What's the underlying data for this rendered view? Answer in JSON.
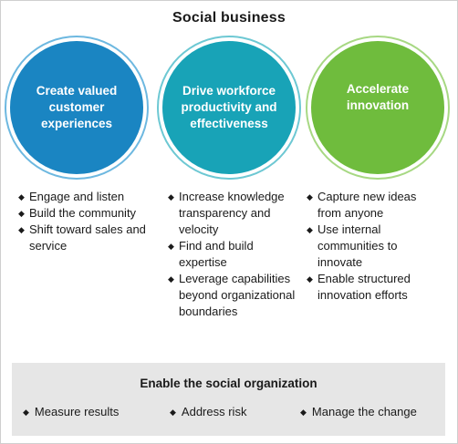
{
  "title": "Social business",
  "pillars": [
    {
      "heading": "Create valued customer experiences",
      "color": "#1a85c2",
      "items": [
        "Engage and listen",
        "Build the community",
        "Shift toward sales and service"
      ]
    },
    {
      "heading": "Drive workforce productivity and effectiveness",
      "color": "#18a3b7",
      "items": [
        "Increase knowledge transparency and velocity",
        "Find and build expertise",
        "Leverage capabilities beyond organizational boundaries"
      ]
    },
    {
      "heading": "Accelerate innovation",
      "color": "#6fbc3d",
      "items": [
        "Capture new ideas from anyone",
        "Use internal communities to innovate",
        "Enable structured innovation efforts"
      ]
    }
  ],
  "foundation": {
    "title": "Enable the social organization",
    "items": [
      "Measure results",
      "Address risk",
      "Manage the change"
    ],
    "background": "#e6e6e6"
  },
  "bullet_glyph": "◆"
}
